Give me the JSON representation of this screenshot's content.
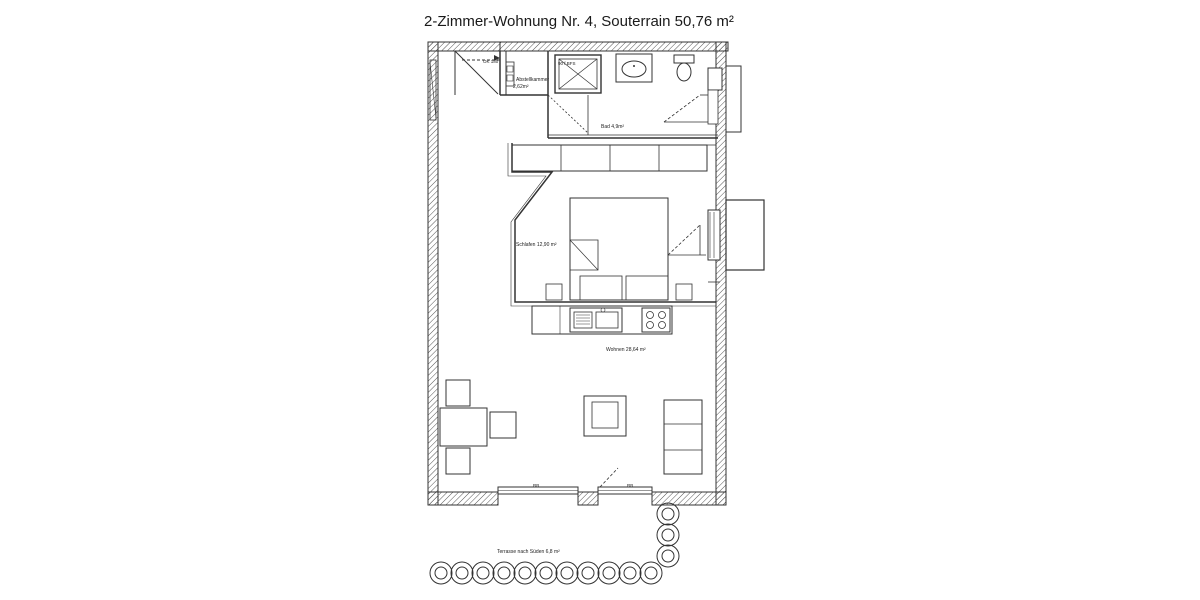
{
  "title": "2-Zimmer-Wohnung Nr. 4, Souterrain  50,76 m²",
  "rooms": {
    "abstellkammer": {
      "name": "Abstellkammer",
      "area": "2,62m²"
    },
    "bad": "Bad 4,9m²",
    "schlafen": "Schlafen 12,90 m²",
    "wohnen": "Wohnen 28,64 m²"
  },
  "terrace": "Terrasse nach Süden  6,8 m²",
  "small_marks": {
    "door_top": "OK 180",
    "shower": "90 f.BFS",
    "window_left": "RB",
    "window_right": "RB"
  }
}
